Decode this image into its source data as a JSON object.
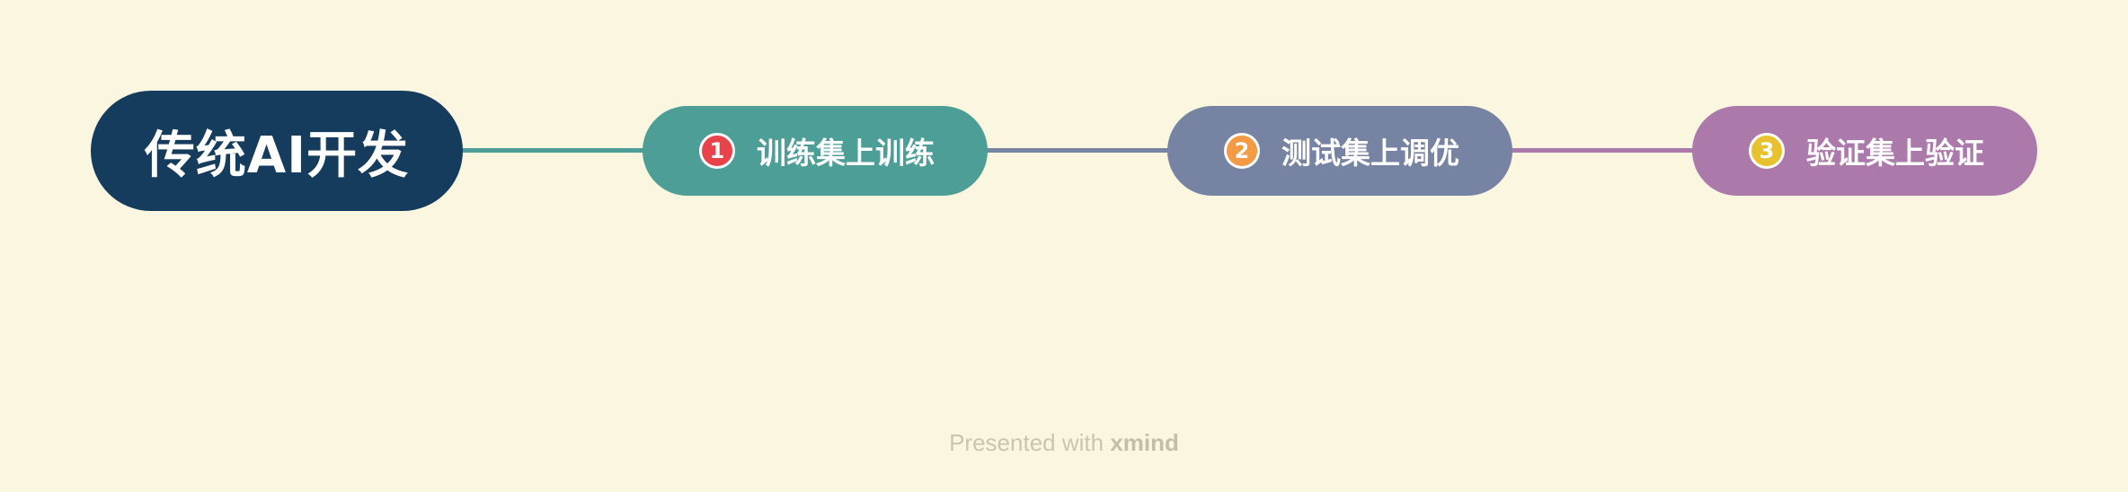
{
  "diagram": {
    "root": {
      "label": "传统AI开发",
      "color": "#163c5d"
    },
    "topics": [
      {
        "number": "1",
        "label": "训练集上训练",
        "color": "#4e9e98",
        "badge_color": "#e8424a"
      },
      {
        "number": "2",
        "label": "测试集上调优",
        "color": "#7783a3",
        "badge_color": "#f49a45"
      },
      {
        "number": "3",
        "label": "验证集上验证",
        "color": "#ab79aa",
        "badge_color": "#e7c22e"
      }
    ]
  },
  "footer": {
    "prefix": "Presented with ",
    "brand": "xmind"
  }
}
